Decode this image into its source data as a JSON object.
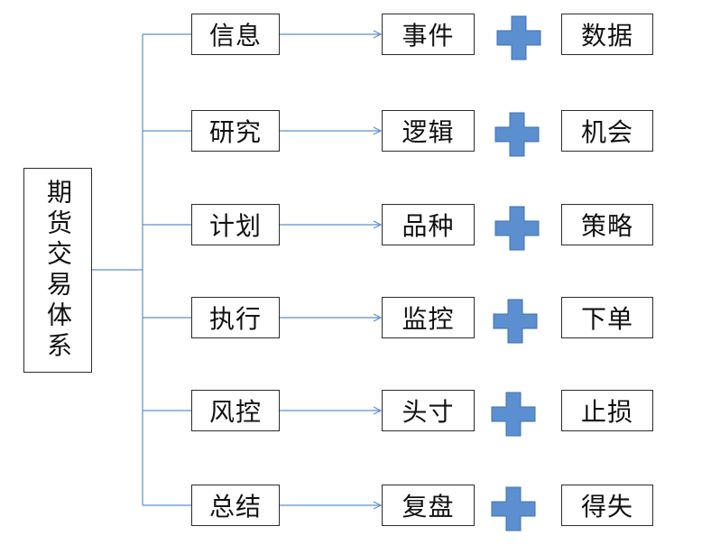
{
  "root": {
    "label": "期货交易体系"
  },
  "rows": [
    {
      "stage": "信息",
      "focus": "事件",
      "support": "数据"
    },
    {
      "stage": "研究",
      "focus": "逻辑",
      "support": "机会"
    },
    {
      "stage": "计划",
      "focus": "品种",
      "support": "策略"
    },
    {
      "stage": "执行",
      "focus": "监控",
      "support": "下单"
    },
    {
      "stage": "风控",
      "focus": "头寸",
      "support": "止损"
    },
    {
      "stage": "总结",
      "focus": "复盘",
      "support": "得失"
    }
  ],
  "colors": {
    "connector": "#5b8fcf",
    "plus": "#5b8fcf",
    "border": "#2b2b2b"
  }
}
